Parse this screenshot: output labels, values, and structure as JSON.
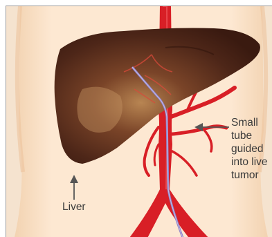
{
  "labels": {
    "liver": "Liver",
    "tube_lines": [
      "Small",
      "tube",
      "guided",
      "into live",
      "tumor"
    ]
  },
  "colors": {
    "background": "#f5e6d5",
    "body": "#fbe6cf",
    "body_shadow": "#efcba6",
    "liver": "#4a2417",
    "liver_highlight": "#c08a56",
    "artery": "#d81f26",
    "catheter": "#8f82c6",
    "text": "#3b3b3b",
    "arrow": "#555555"
  },
  "icons": [
    "up-arrow-icon",
    "left-arrow-icon"
  ]
}
